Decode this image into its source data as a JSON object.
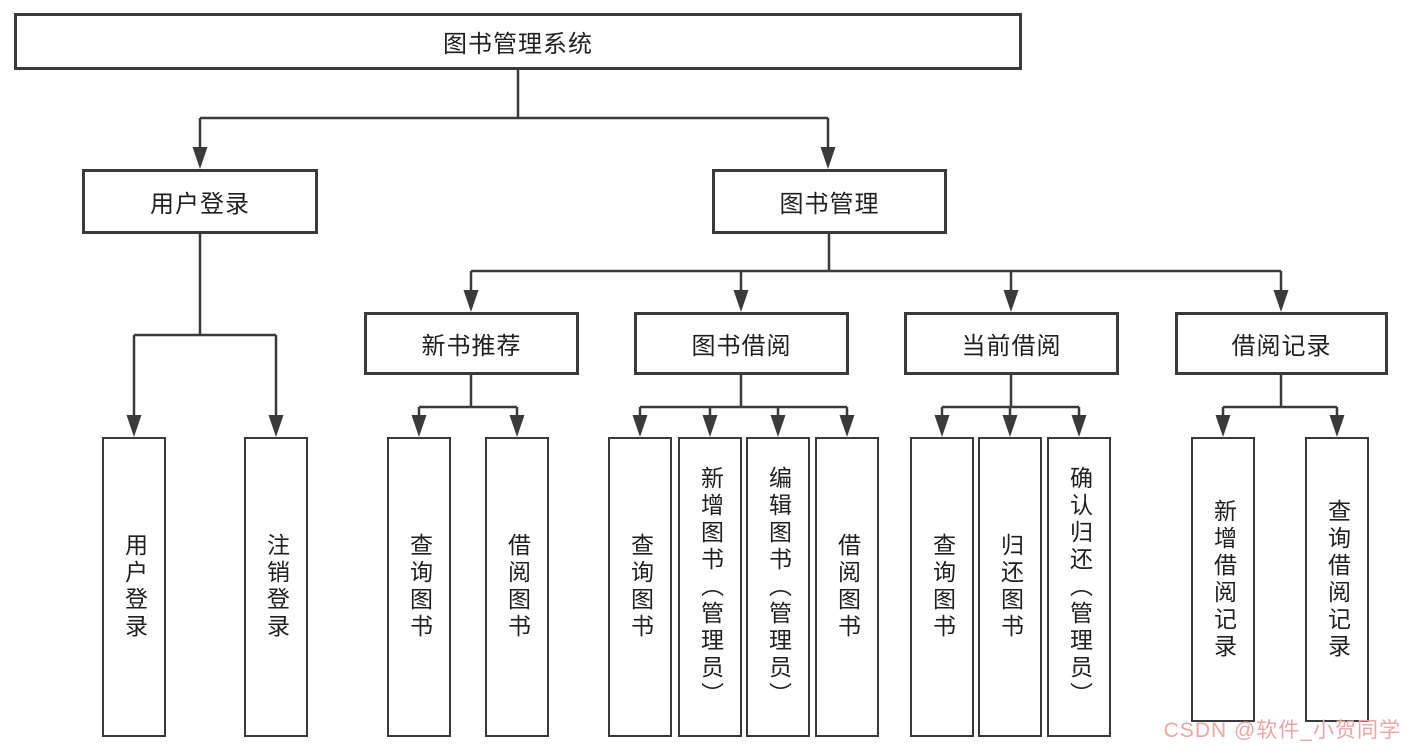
{
  "colors": {
    "line": "#3a3a3a",
    "box_border": "#3a3a3a",
    "text": "#1f1f1f",
    "background": "#ffffff",
    "watermark_color": "#eda6a6"
  },
  "tree": {
    "root": {
      "label": "图书管理系统"
    },
    "branches": [
      {
        "label": "用户登录",
        "children": [
          {
            "label": "用户登录"
          },
          {
            "label": "注销登录"
          }
        ]
      },
      {
        "label": "图书管理",
        "children": [
          {
            "label": "新书推荐",
            "children": [
              {
                "label": "查询图书"
              },
              {
                "label": "借阅图书"
              }
            ]
          },
          {
            "label": "图书借阅",
            "children": [
              {
                "label": "查询图书"
              },
              {
                "label": "新增图书（管理员）"
              },
              {
                "label": "编辑图书（管理员）"
              },
              {
                "label": "借阅图书"
              }
            ]
          },
          {
            "label": "当前借阅",
            "children": [
              {
                "label": "查询图书"
              },
              {
                "label": "归还图书"
              },
              {
                "label": "确认归还（管理员）"
              }
            ]
          },
          {
            "label": "借阅记录",
            "children": [
              {
                "label": "新增借阅记录"
              },
              {
                "label": "查询借阅记录"
              }
            ]
          }
        ]
      }
    ]
  },
  "watermark": "CSDN @软件_小贺同学"
}
